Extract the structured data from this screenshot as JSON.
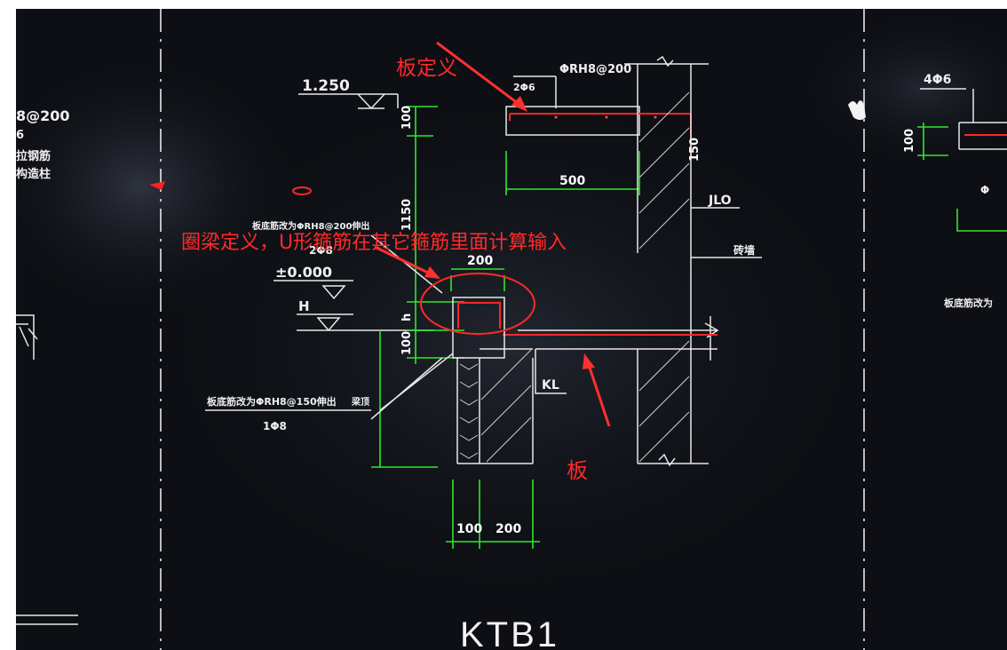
{
  "drawing": {
    "title": "KTB1",
    "elevations": {
      "top": "1.250",
      "zero": "±0.000",
      "h_mark": "H"
    },
    "dimensions": {
      "d100_top": "100",
      "d1150": "1150",
      "h": "h",
      "d100_bottom": "100",
      "d200_top": "200",
      "d500": "500",
      "d150": "150",
      "d100_base": "100",
      "d200_base": "200"
    },
    "labels": {
      "rebar_top": "ΦRH8@200",
      "rebar_top_sub": "2Φ6",
      "ring_beam_note": "板底筋改为ΦRH8@200伸出",
      "ring_beam_sub": "2Φ8",
      "slab_note": "板底筋改为ΦRH8@150伸出",
      "slab_note_suffix": "梁顶",
      "slab_sub": "1Φ8",
      "jlo": "JLO",
      "brick": "砖墙",
      "kl": "KL"
    },
    "side_left": {
      "rebar": "8@200",
      "line2": "6",
      "line3": "拉钢筋",
      "line4": "构造柱"
    },
    "side_right": {
      "rebar": "4Φ6",
      "dim": "100",
      "note": "板底筋改为",
      "partial": "Φ"
    }
  },
  "annotations": {
    "slab_definition": "板定义",
    "ring_beam_definition": "圈梁定义，U形箍筋在其它箍筋里面计算输入",
    "slab": "板"
  },
  "colors": {
    "background": "#0d0f14",
    "cad_line": "#e8e8e8",
    "dimension": "#2ee82e",
    "rebar": "#ff2626",
    "annotation": "#ff2a2a"
  }
}
